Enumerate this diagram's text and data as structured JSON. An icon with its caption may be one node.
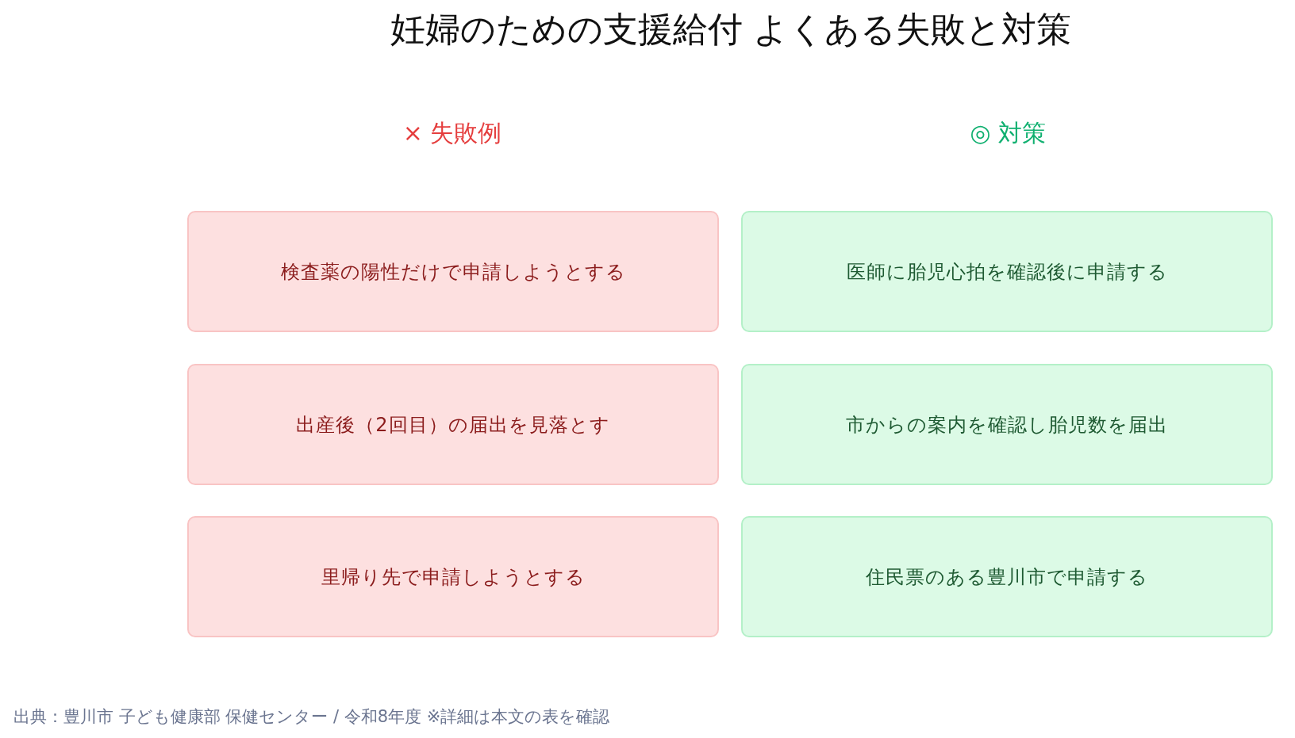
{
  "diagram": {
    "title": "妊婦のための支援給付 よくある失敗と対策",
    "caption": "出典：豊川市 子ども健康部 保健センター / 令和8年度 ※詳細は本文の表を確認",
    "labels": [
      "× 失敗例",
      "◎ 対策"
    ],
    "nodes": [
      {
        "text": [
          "検査薬の陽性だけで申請しようとする"
        ]
      },
      {
        "text": [
          "医師に胎児心拍を確認後に申請する"
        ]
      },
      {
        "text": [
          "出産後（2回目）の届出を見落とす"
        ]
      },
      {
        "text": [
          "市からの案内を確認し胎児数を届出"
        ]
      },
      {
        "text": [
          "里帰り先で申請しようとする"
        ]
      },
      {
        "text": [
          "住民票のある豊川市で申請する"
        ]
      }
    ]
  }
}
